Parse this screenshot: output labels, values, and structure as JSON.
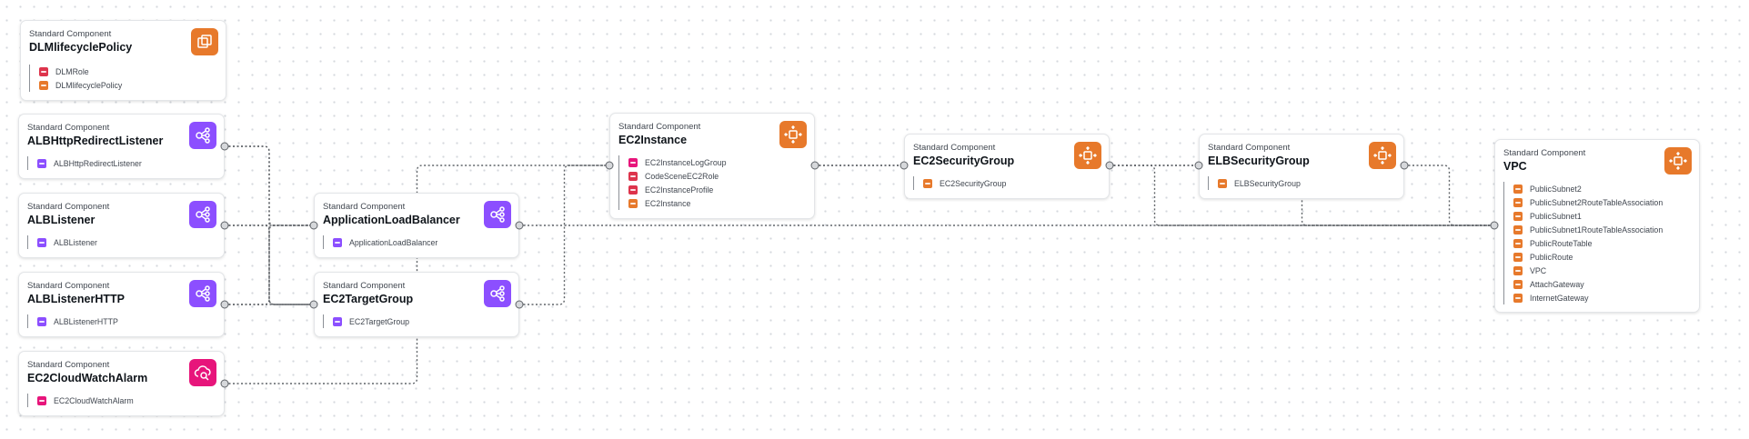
{
  "colors": {
    "compute": "#e7792b",
    "network": "#8c4fff",
    "management": "#e7157b",
    "security": "#dd344c",
    "edge": "#5f6368"
  },
  "nodes": {
    "dlm": {
      "kind": "Standard Component",
      "title": "DLMlifecyclePolicy",
      "icon": "lifecycle-copy-icon",
      "resources": [
        {
          "label": "DLMRole",
          "color": "security"
        },
        {
          "label": "DLMlifecyclePolicy",
          "color": "compute"
        }
      ]
    },
    "albhr": {
      "kind": "Standard Component",
      "title": "ALBHttpRedirectListener",
      "icon": "load-balancer-icon",
      "resources": [
        {
          "label": "ALBHttpRedirectListener",
          "color": "network"
        }
      ]
    },
    "albl": {
      "kind": "Standard Component",
      "title": "ALBListener",
      "icon": "load-balancer-icon",
      "resources": [
        {
          "label": "ALBListener",
          "color": "network"
        }
      ]
    },
    "albh": {
      "kind": "Standard Component",
      "title": "ALBListenerHTTP",
      "icon": "load-balancer-icon",
      "resources": [
        {
          "label": "ALBListenerHTTP",
          "color": "network"
        }
      ]
    },
    "cwa": {
      "kind": "Standard Component",
      "title": "EC2CloudWatchAlarm",
      "icon": "cloudwatch-icon",
      "resources": [
        {
          "label": "EC2CloudWatchAlarm",
          "color": "management"
        }
      ]
    },
    "alb": {
      "kind": "Standard Component",
      "title": "ApplicationLoadBalancer",
      "icon": "load-balancer-icon",
      "resources": [
        {
          "label": "ApplicationLoadBalancer",
          "color": "network"
        }
      ]
    },
    "tg": {
      "kind": "Standard Component",
      "title": "EC2TargetGroup",
      "icon": "load-balancer-icon",
      "resources": [
        {
          "label": "EC2TargetGroup",
          "color": "network"
        }
      ]
    },
    "ec2": {
      "kind": "Standard Component",
      "title": "EC2Instance",
      "icon": "ec2-chip-icon",
      "resources": [
        {
          "label": "EC2InstanceLogGroup",
          "color": "management"
        },
        {
          "label": "CodeSceneEC2Role",
          "color": "security"
        },
        {
          "label": "EC2InstanceProfile",
          "color": "security"
        },
        {
          "label": "EC2Instance",
          "color": "compute"
        }
      ]
    },
    "ec2sg": {
      "kind": "Standard Component",
      "title": "EC2SecurityGroup",
      "icon": "ec2-chip-icon",
      "resources": [
        {
          "label": "EC2SecurityGroup",
          "color": "compute"
        }
      ]
    },
    "elbsg": {
      "kind": "Standard Component",
      "title": "ELBSecurityGroup",
      "icon": "ec2-chip-icon",
      "resources": [
        {
          "label": "ELBSecurityGroup",
          "color": "compute"
        }
      ]
    },
    "vpc": {
      "kind": "Standard Component",
      "title": "VPC",
      "icon": "ec2-chip-icon",
      "resources": [
        {
          "label": "PublicSubnet2",
          "color": "compute"
        },
        {
          "label": "PublicSubnet2RouteTableAssociation",
          "color": "compute"
        },
        {
          "label": "PublicSubnet1",
          "color": "compute"
        },
        {
          "label": "PublicSubnet1RouteTableAssociation",
          "color": "compute"
        },
        {
          "label": "PublicRouteTable",
          "color": "compute"
        },
        {
          "label": "PublicRoute",
          "color": "compute"
        },
        {
          "label": "VPC",
          "color": "compute"
        },
        {
          "label": "AttachGateway",
          "color": "compute"
        },
        {
          "label": "InternetGateway",
          "color": "compute"
        }
      ]
    }
  },
  "edges": [
    {
      "from": "albhr",
      "to": "alb"
    },
    {
      "from": "albhr",
      "to": "tg"
    },
    {
      "from": "albl",
      "to": "alb"
    },
    {
      "from": "albl",
      "to": "tg"
    },
    {
      "from": "albh",
      "to": "alb"
    },
    {
      "from": "albh",
      "to": "tg"
    },
    {
      "from": "alb",
      "to": "vpc"
    },
    {
      "from": "tg",
      "to": "ec2"
    },
    {
      "from": "cwa",
      "to": "ec2"
    },
    {
      "from": "ec2",
      "to": "ec2sg"
    },
    {
      "from": "ec2",
      "to": "vpc"
    },
    {
      "from": "ec2sg",
      "to": "elbsg"
    },
    {
      "from": "ec2sg",
      "to": "vpc"
    },
    {
      "from": "elbsg",
      "to": "vpc"
    }
  ]
}
